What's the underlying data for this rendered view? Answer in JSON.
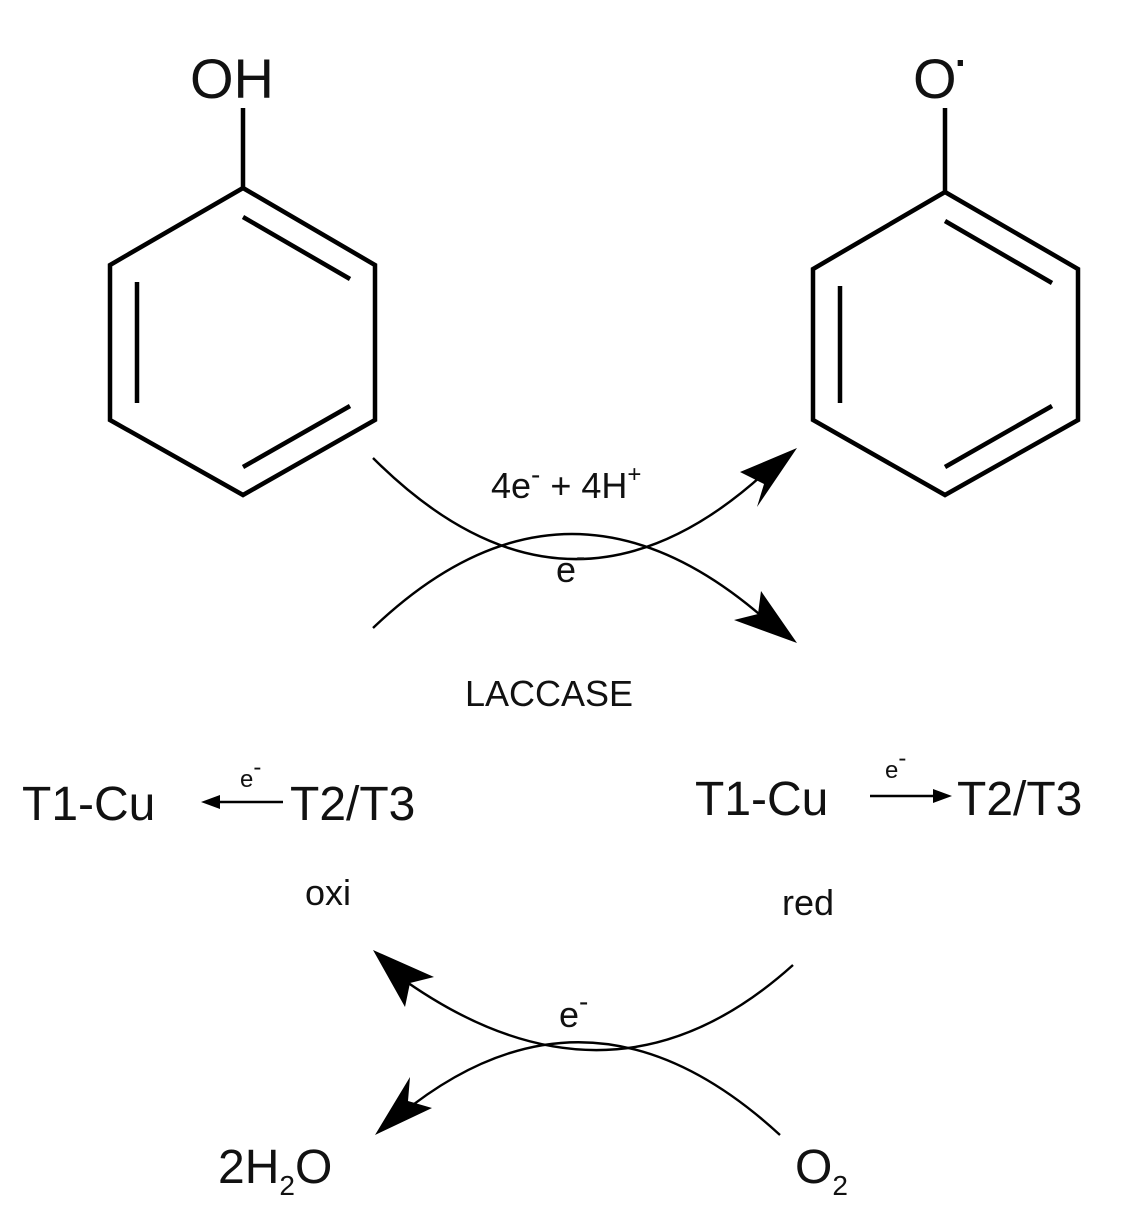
{
  "reactant": {
    "group_label": "OH",
    "icon": "phenol-ring-icon"
  },
  "product": {
    "group_label": "O",
    "radical_dot": "·",
    "icon": "phenoxy-radical-ring-icon"
  },
  "top_transfer": {
    "label_main": "4e",
    "label_minus": "-",
    "label_plus_text": " + 4H",
    "label_plus": "+"
  },
  "top_electron": {
    "label": "e",
    "charge": "-"
  },
  "enzyme": {
    "label": "LACCASE"
  },
  "oxidized_state": {
    "left": "T1-Cu",
    "right": "T2/T3",
    "electron": "e",
    "electron_charge": "-",
    "caption": "oxi"
  },
  "reduced_state": {
    "left": "T1-Cu",
    "right": "T2/T3",
    "electron": "e",
    "electron_charge": "-",
    "caption": "red"
  },
  "bottom_electron": {
    "label": "e",
    "charge": "-"
  },
  "water": {
    "prefix": "2H",
    "subscript": "2",
    "suffix": "O"
  },
  "oxygen": {
    "symbol": "O",
    "subscript": "2"
  }
}
